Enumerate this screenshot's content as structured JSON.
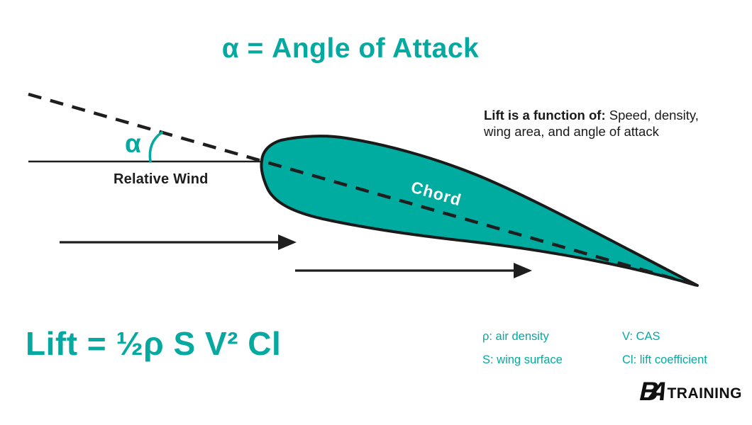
{
  "title": {
    "text": "α = Angle of Attack"
  },
  "diagram": {
    "alpha_symbol": "α",
    "relative_wind_label": "Relative Wind",
    "chord_label": "Chord",
    "note": {
      "bold": "Lift is a function of:",
      "line1_rest": " Speed, density,",
      "line2": "wing area, and angle of attack"
    }
  },
  "formula": {
    "text": "Lift = ½ρ S V² Cl"
  },
  "legend": {
    "items": [
      {
        "text": "ρ: air density"
      },
      {
        "text": "V: CAS"
      },
      {
        "text": "S: wing surface"
      },
      {
        "text": "Cl: lift coefficient"
      }
    ]
  },
  "logo": {
    "monogram_b": "B",
    "monogram_a": "A",
    "wordmark": "TRAINING"
  },
  "colors": {
    "accent_teal": "#05a9a0",
    "airfoil_fill": "#00aba0",
    "ink": "#1d1d1d",
    "chord_label_color": "#ffffff"
  }
}
